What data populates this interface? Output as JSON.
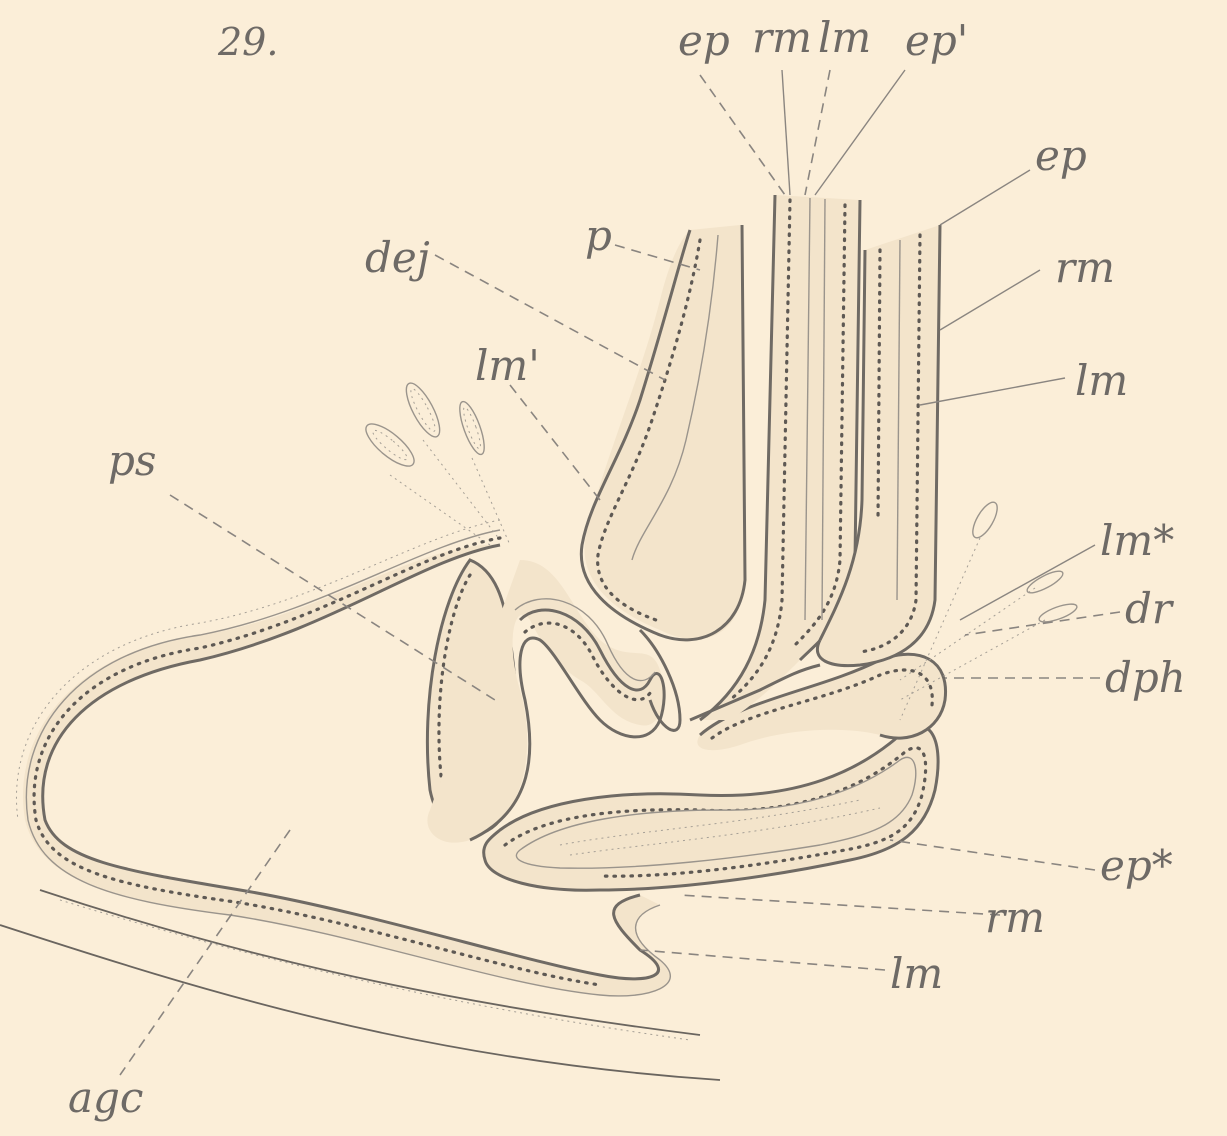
{
  "figure_number": "29.",
  "labels": {
    "ep_top": "ep",
    "rm_top": "rm",
    "lm_top": "lm",
    "ep_prime_top": "ep'",
    "ep_right": "ep",
    "rm_right": "rm",
    "lm_right": "lm",
    "lm_star": "lm*",
    "dr": "dr",
    "dph": "dph",
    "ep_star": "ep*",
    "rm_lower": "rm",
    "lm_lower": "lm",
    "p": "p",
    "dej": "dej",
    "lm_prime": "lm'",
    "ps": "ps",
    "agc": "agc"
  }
}
